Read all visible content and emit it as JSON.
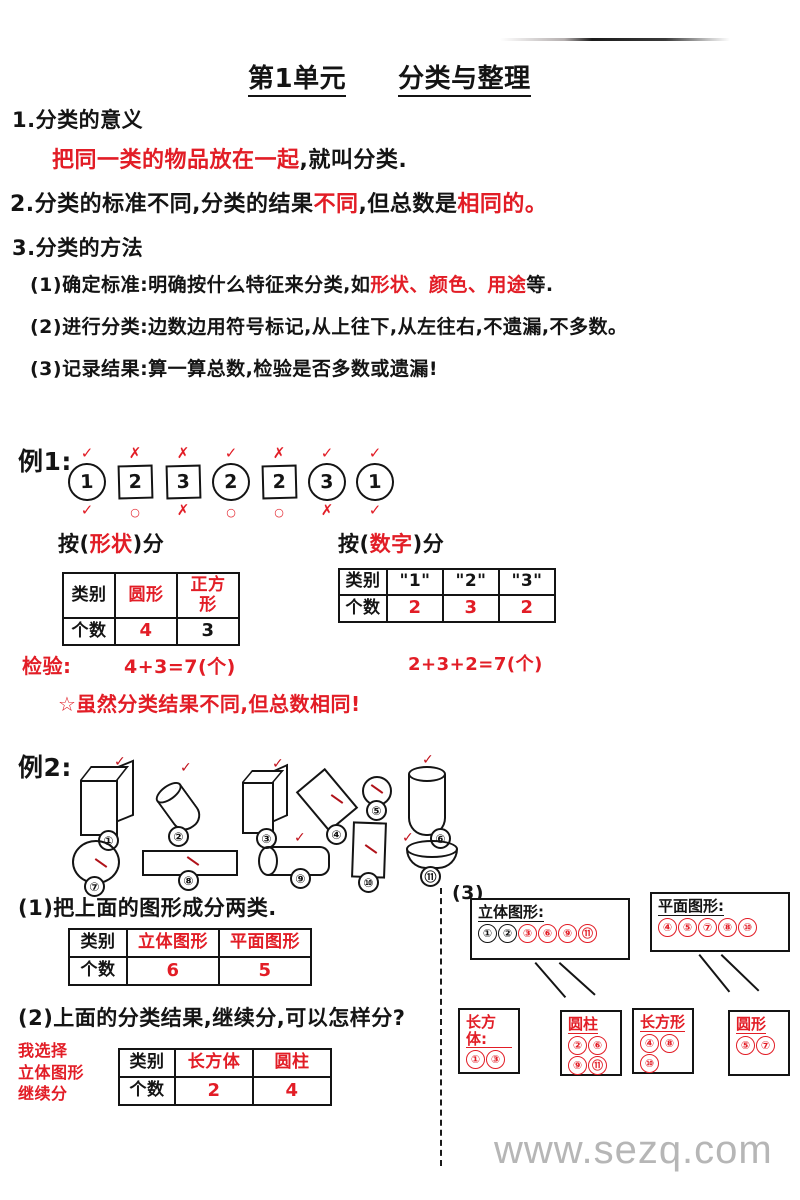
{
  "document": {
    "title_prefix": "第1单元",
    "title_main": "分类与整理",
    "watermark": "www.sezq.com"
  },
  "notes": {
    "s1_heading": "1.分类的意义",
    "s1_body_red": "把同一类的物品放在一起",
    "s1_body_black": ",就叫分类.",
    "s2_a": "2.分类的标准不同,分类的结果",
    "s2_red1": "不同",
    "s2_b": ",但总数是",
    "s2_red2": "相同的。",
    "s3_heading": "3.分类的方法",
    "s3_1_black": "(1)确定标准:明确按什么特征来分类,如",
    "s3_1_red": "形状、颜色、用途",
    "s3_1_tail": "等.",
    "s3_2": "(2)进行分类:边数边用符号标记,从上往下,从左往右,不遗漏,不多数。",
    "s3_3": "(3)记录结果:算一算总数,检验是否多数或遗漏!"
  },
  "example1": {
    "label": "例1:",
    "items": [
      {
        "shape": "circle",
        "value": "1",
        "mark_top": "✓",
        "mark_bottom": "✓"
      },
      {
        "shape": "square",
        "value": "2",
        "mark_top": "✗",
        "mark_bottom": "○"
      },
      {
        "shape": "square",
        "value": "3",
        "mark_top": "✗",
        "mark_bottom": "✗"
      },
      {
        "shape": "circle",
        "value": "2",
        "mark_top": "✓",
        "mark_bottom": "○"
      },
      {
        "shape": "square",
        "value": "2",
        "mark_top": "✗",
        "mark_bottom": "○"
      },
      {
        "shape": "circle",
        "value": "3",
        "mark_top": "✓",
        "mark_bottom": "✗"
      },
      {
        "shape": "circle",
        "value": "1",
        "mark_top": "✓",
        "mark_bottom": "✓"
      }
    ],
    "sort_by_shape": {
      "pre": "按(",
      "key": "形状",
      "post": ")分"
    },
    "sort_by_number": {
      "pre": "按(",
      "key": "数字",
      "post": ")分"
    },
    "table_shape": {
      "row_labels": [
        "类别",
        "个数"
      ],
      "categories": [
        "圆形",
        "正方形"
      ],
      "counts": [
        "4",
        "3"
      ]
    },
    "table_number": {
      "row_labels": [
        "类别",
        "个数"
      ],
      "categories": [
        "\"1\"",
        "\"2\"",
        "\"3\""
      ],
      "counts": [
        "2",
        "3",
        "2"
      ]
    },
    "check_label": "检验:",
    "equation_shape": "4+3=7(个)",
    "equation_number": "2+3+2=7(个)",
    "conclusion": "☆虽然分类结果不同,但总数相同!"
  },
  "example2": {
    "label": "例2:",
    "figures": [
      {
        "no": "①",
        "kind": "cuboid",
        "ticked": true
      },
      {
        "no": "②",
        "kind": "cylinder-tilted",
        "ticked": true
      },
      {
        "no": "③",
        "kind": "cuboid",
        "ticked": true
      },
      {
        "no": "④",
        "kind": "rect-tilted",
        "ticked": false
      },
      {
        "no": "⑤",
        "kind": "circle",
        "ticked": false
      },
      {
        "no": "⑥",
        "kind": "cylinder-tall",
        "ticked": true
      },
      {
        "no": "⑦",
        "kind": "circle",
        "ticked": false
      },
      {
        "no": "⑧",
        "kind": "rect-wide",
        "ticked": false
      },
      {
        "no": "⑨",
        "kind": "cylinder-horizontal",
        "ticked": true
      },
      {
        "no": "⑩",
        "kind": "rect-tall",
        "ticked": false
      },
      {
        "no": "⑪",
        "kind": "cylinder-disc",
        "ticked": true
      }
    ],
    "q1": "(1)把上面的图形成分两类.",
    "table_q1": {
      "row_labels": [
        "类别",
        "个数"
      ],
      "categories": [
        "立体图形",
        "平面图形"
      ],
      "counts": [
        "6",
        "5"
      ]
    },
    "q2": "(2)上面的分类结果,继续分,可以怎样分?",
    "my_choice_lines": [
      "我选择",
      "立体图形",
      "继续分"
    ],
    "table_q2": {
      "row_labels": [
        "类别",
        "个数"
      ],
      "categories": [
        "长方体",
        "圆柱"
      ],
      "counts": [
        "2",
        "4"
      ]
    },
    "q3": "(3)",
    "tree": {
      "nodes": [
        {
          "caption": "立体图形:",
          "caption_red": false,
          "items": [
            {
              "n": "①",
              "red": false
            },
            {
              "n": "②",
              "red": false
            },
            {
              "n": "③",
              "red": true
            },
            {
              "n": "⑥",
              "red": true
            },
            {
              "n": "⑨",
              "red": true
            },
            {
              "n": "⑪",
              "red": true
            }
          ],
          "children": [
            {
              "caption": "长方体:",
              "caption_red": true,
              "items": [
                "①",
                "③"
              ]
            },
            {
              "caption": "圆柱",
              "caption_red": true,
              "items": [
                "②",
                "⑥",
                "⑨",
                "⑪"
              ]
            }
          ]
        },
        {
          "caption": "平面图形:",
          "caption_red": false,
          "items": [
            {
              "n": "④",
              "red": true
            },
            {
              "n": "⑤",
              "red": true
            },
            {
              "n": "⑦",
              "red": true
            },
            {
              "n": "⑧",
              "red": true
            },
            {
              "n": "⑩",
              "red": true
            }
          ],
          "children": [
            {
              "caption": "长方形",
              "caption_red": true,
              "items": [
                "④",
                "⑧",
                "⑩"
              ]
            },
            {
              "caption": "圆形",
              "caption_red": true,
              "items": [
                "⑤",
                "⑦"
              ]
            }
          ]
        }
      ]
    }
  },
  "colors": {
    "red_ink": "#e21d26",
    "black_ink": "#141414",
    "watermark": "#b6b6b6"
  }
}
